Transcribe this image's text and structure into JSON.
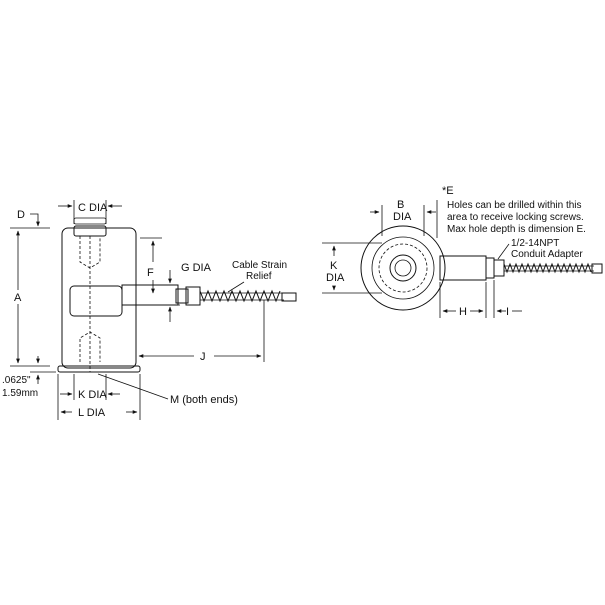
{
  "side_view": {
    "labels": {
      "c_dia": "C DIA",
      "d": "D",
      "a": "A",
      "f": "F",
      "g_dia": "G DIA",
      "cable_strain_relief_1": "Cable Strain",
      "cable_strain_relief_2": "Relief",
      "j": "J",
      "offset_in": ".0625\"",
      "offset_mm": "1.59mm",
      "k_dia": "K DIA",
      "l_dia": "L DIA",
      "m_both_ends": "M (both ends)"
    }
  },
  "end_view": {
    "labels": {
      "e_marker": "*E",
      "note_line_1": "Holes can be drilled within this",
      "note_line_2": "area to receive locking screws.",
      "note_line_3": "Max hole depth is dimension E.",
      "b": "B",
      "b_dia": "DIA",
      "k": "K",
      "k_dia": "DIA",
      "npt_1": "1/2-14NPT",
      "npt_2": "Conduit Adapter",
      "h": "H",
      "i": "I"
    }
  }
}
